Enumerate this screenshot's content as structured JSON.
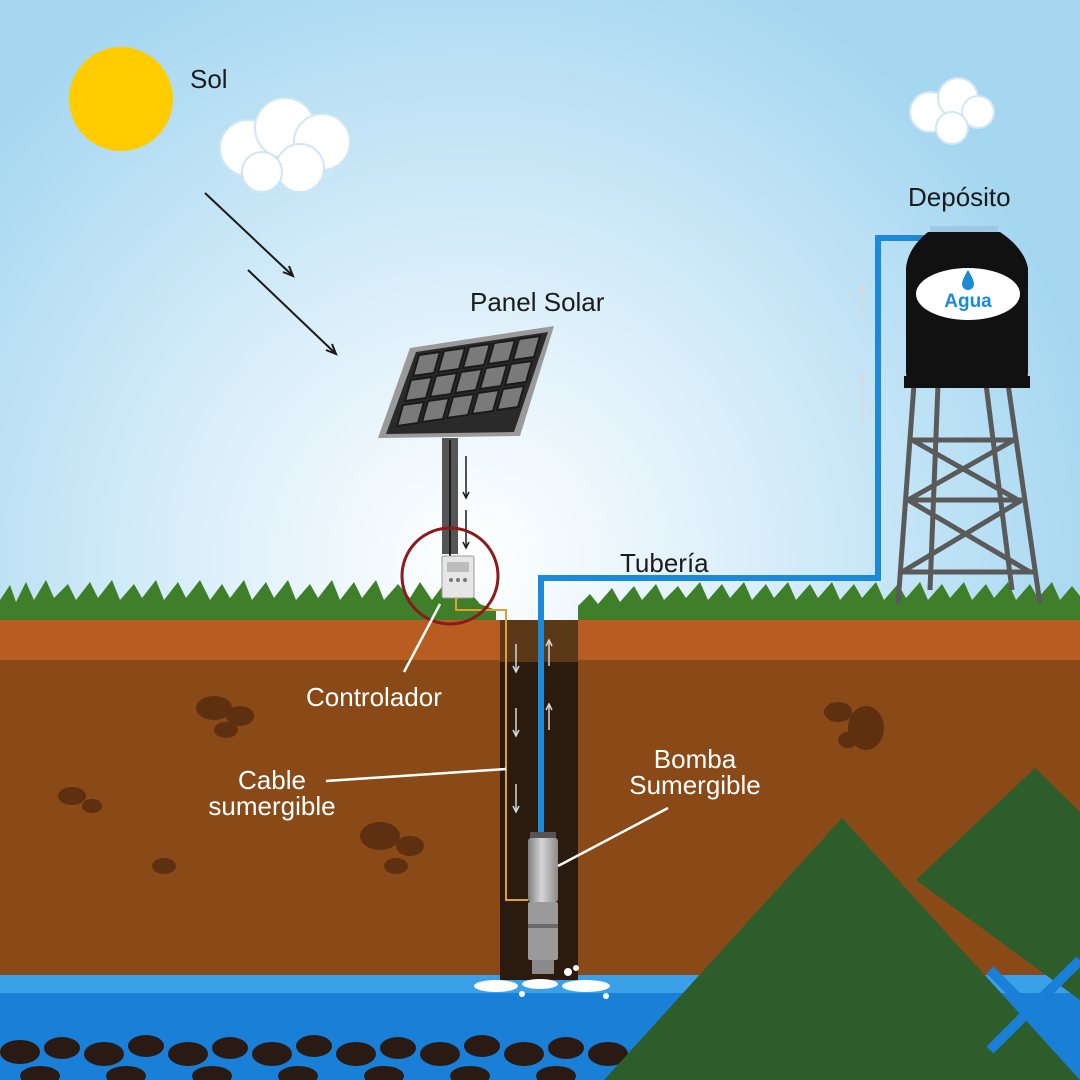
{
  "labels": {
    "sun": "Sol",
    "solar_panel": "Panel Solar",
    "tank": "Depósito",
    "tank_badge": "Agua",
    "pipe": "Tubería",
    "controller": "Controlador",
    "cable_line1": "Cable",
    "cable_line2": "sumergible",
    "pump_line1": "Bomba",
    "pump_line2": "Sumergible"
  },
  "colors": {
    "sky_top": "#a9d9f2",
    "sky_glow": "#ffffff",
    "sun": "#ffcc00",
    "grass": "#3f7f2a",
    "soil_top": "#b85c22",
    "soil": "#8a4a18",
    "well_shaft": "#2b1a0e",
    "pipe": "#1c8ad8",
    "cable": "#e0a030",
    "water": "#1a7fd6",
    "tank": "#111111",
    "tower": "#555555",
    "controller_ring": "#8b1a1a"
  }
}
